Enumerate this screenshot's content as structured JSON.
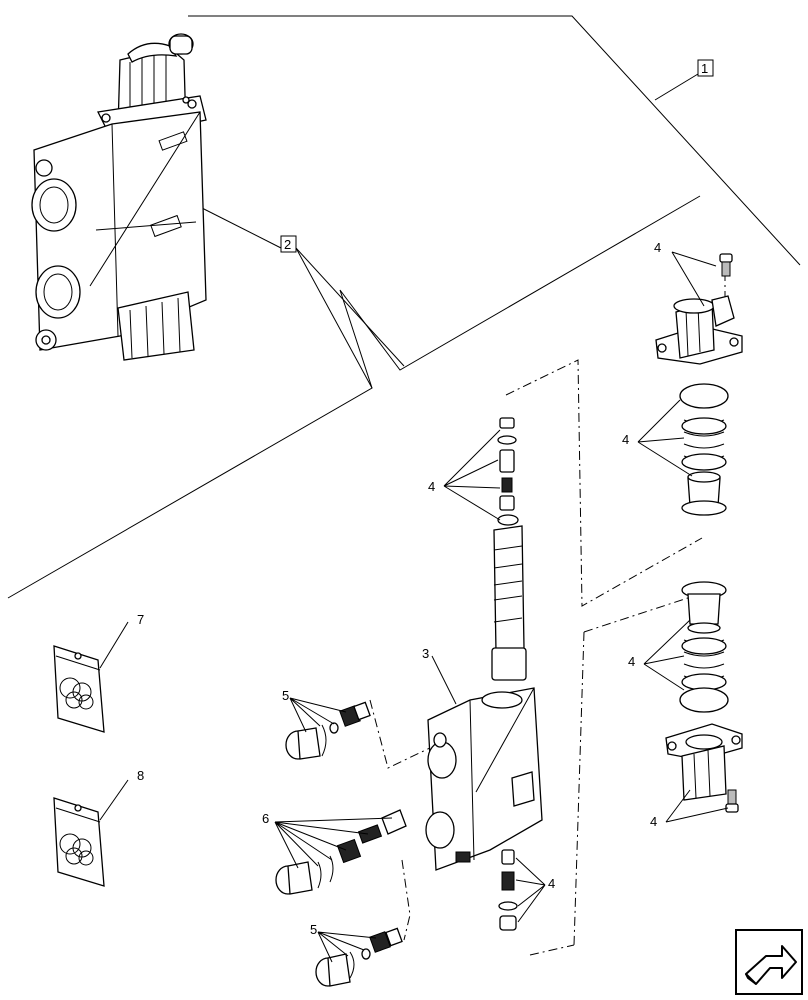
{
  "callouts": {
    "assembly_1": "1",
    "assembly_2": "2",
    "body_3": "3",
    "kit_4_top_screw": "4",
    "kit_4_top_spring": "4",
    "kit_4_spool": "4",
    "kit_4_bottom_spring": "4",
    "kit_4_bottom_screw": "4",
    "kit_4_check": "4",
    "kit_5_upper": "5",
    "kit_5_lower": "5",
    "kit_6": "6",
    "bag_7": "7",
    "bag_8": "8"
  }
}
